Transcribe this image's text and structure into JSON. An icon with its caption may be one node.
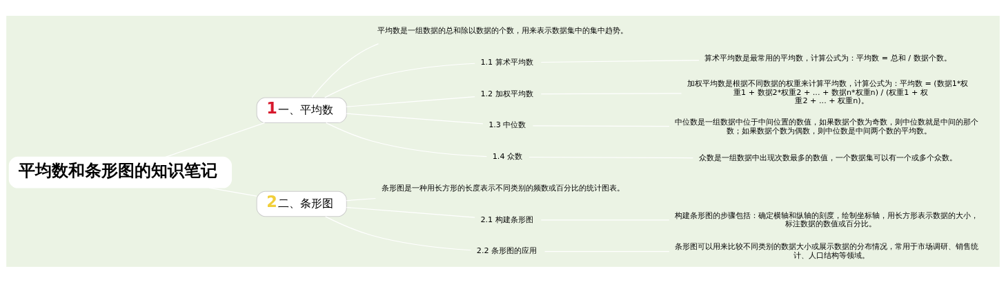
{
  "diagram": {
    "nodes": [
      {
        "text": [
          "平均数和条形图的知识笔记"
        ]
      },
      {
        "text": [
          "1",
          "一、平均数"
        ]
      },
      {
        "text": [
          "平均数是一组数据的总和除以数据的个数，用来表示数据集中的集中趋势。"
        ]
      },
      {
        "text": [
          "1.1 算术平均数"
        ]
      },
      {
        "text": [
          "算术平均数是最常用的平均数，计算公式为：平均数 = 总和 / 数据个数。"
        ]
      },
      {
        "text": [
          "1.2 加权平均数"
        ]
      },
      {
        "text": [
          "加权平均数是根据不同数据的权重来计算平均数，计算公式为：平均数 = (数据1*权重1 + 数据2*权重2 + ... + 数据n*权重n) / (权重1 + 权重2 + ... + 权重n)。"
        ]
      },
      {
        "text": [
          "1.3 中位数"
        ]
      },
      {
        "text": [
          "中位数是一组数据中位于中间位置的数值，如果数据个数为奇数，则中位数就是中间的那个数；如果数据个数为偶数，则中位数是中间两个数的平均数。"
        ]
      },
      {
        "text": [
          "1.4 众数"
        ]
      },
      {
        "text": [
          "众数是一组数据中出现次数最多的数值，一个数据集可以有一个或多个众数。"
        ]
      },
      {
        "text": [
          "2",
          "二、条形图"
        ]
      },
      {
        "text": [
          "条形图是一种用长方形的长度表示不同类别的频数或百分比的统计图表。"
        ]
      },
      {
        "text": [
          "2.1 构建条形图"
        ]
      },
      {
        "text": [
          "构建条形图的步骤包括：确定横轴和纵轴的刻度，绘制坐标轴，用长方形表示数据的大小，标注数据的数值或百分比。"
        ]
      },
      {
        "text": [
          "2.2 条形图的应用"
        ]
      },
      {
        "text": [
          "条形图可以用来比较不同类别的数据大小或展示数据的分布情况，常用于市场调研、销售统计、人口结构等领域。"
        ]
      }
    ],
    "edges": [
      {
        "from": 0,
        "to": 1,
        "arrow": "none"
      },
      {
        "from": 1,
        "to": 2,
        "arrow": "none"
      },
      {
        "from": 1,
        "to": 3,
        "arrow": "none"
      },
      {
        "from": 3,
        "to": 4,
        "arrow": "none"
      },
      {
        "from": 1,
        "to": 5,
        "arrow": "none"
      },
      {
        "from": 5,
        "to": 6,
        "arrow": "none"
      },
      {
        "from": 1,
        "to": 7,
        "arrow": "none"
      },
      {
        "from": 7,
        "to": 8,
        "arrow": "none"
      },
      {
        "from": 1,
        "to": 9,
        "arrow": "none"
      },
      {
        "from": 9,
        "to": 10,
        "arrow": "none"
      },
      {
        "from": 0,
        "to": 11,
        "arrow": "none"
      },
      {
        "from": 11,
        "to": 12,
        "arrow": "none"
      },
      {
        "from": 11,
        "to": 13,
        "arrow": "none"
      },
      {
        "from": 13,
        "to": 14,
        "arrow": "none"
      },
      {
        "from": 11,
        "to": 15,
        "arrow": "none"
      },
      {
        "from": 15,
        "to": 16,
        "arrow": "none"
      }
    ]
  }
}
